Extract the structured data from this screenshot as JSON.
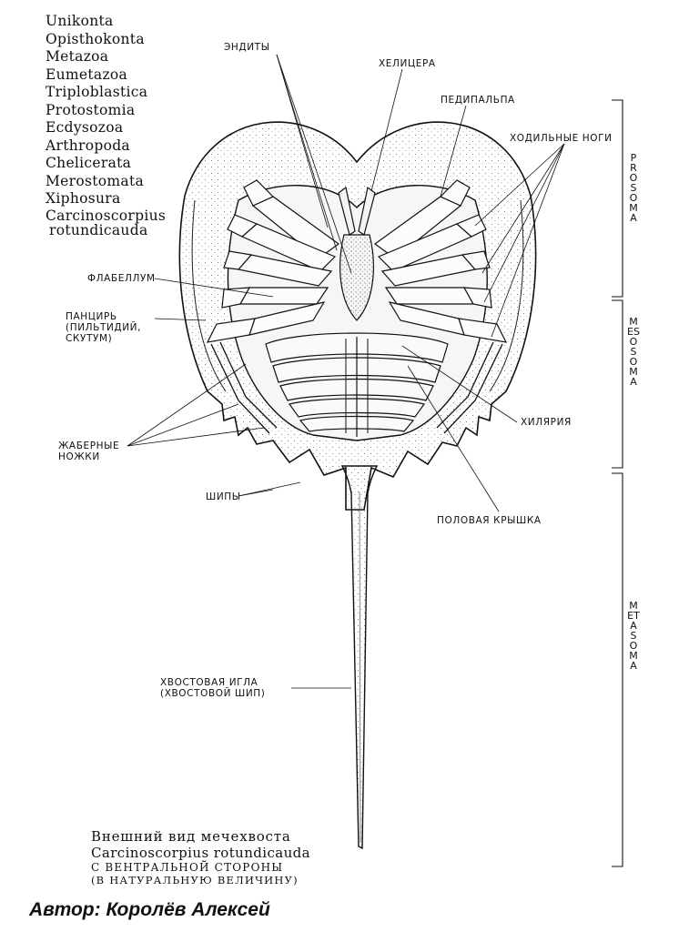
{
  "taxonomy": [
    "Unikonta",
    "Opisthokonta",
    "Metazoa",
    "Eumetazoa",
    "Triploblastica",
    "Protostomia",
    "Ecdysozoa",
    "Arthropoda",
    "Chelicerata",
    "Merostomata",
    "Xiphosura",
    "Carcinoscorpius",
    "rotundicauda"
  ],
  "labels": {
    "endites": "ЭНДИТЫ",
    "chelicera": "ХЕЛИЦЕРА",
    "pedipalp": "ПЕДИПАЛЬПА",
    "walking_legs": "ХОДИЛЬНЫЕ НОГИ",
    "flabellum": "ФЛАБЕЛЛУМ",
    "carapace": "ПАНЦИРЬ\n(ПИЛЬТИДИЙ,\nСКУТУМ)",
    "gill_legs": "ЖАБЕРНЫЕ\nНОЖКИ",
    "spines": "ШИПЫ",
    "chilaria": "ХИЛЯРИЯ",
    "genital_operculum": "ПОЛОВАЯ КРЫШКА",
    "telson": "ХВОСТОВАЯ ИГЛА\n(ХВОСТОВОЙ ШИП)"
  },
  "regions": {
    "prosoma": "PROSOMA",
    "mesosoma": "MESOSOMA",
    "metasoma": "METASOMA"
  },
  "caption": {
    "line1": "Внешний вид мечехвоста",
    "line2": "Carcinoscorpius rotundicauda",
    "line3": "С ВЕНТРАЛЬНОЙ СТОРОНЫ",
    "line4": "(В НАТУРАЛЬНУЮ ВЕЛИЧИНУ)"
  },
  "author": "Автор: Королёв Алексей"
}
